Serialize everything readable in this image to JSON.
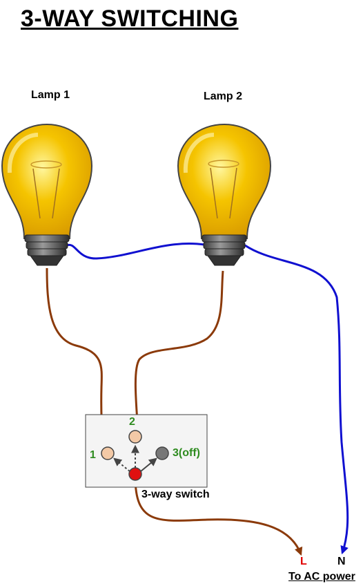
{
  "title": "3-WAY SWITCHING",
  "lamps": [
    {
      "label": "Lamp 1"
    },
    {
      "label": "Lamp 2"
    }
  ],
  "switch": {
    "label": "3-way switch",
    "positions": [
      "1",
      "2",
      "3(off)"
    ]
  },
  "power": {
    "live": "L",
    "neutral": "N",
    "label": "To AC power"
  },
  "colors": {
    "live_wire": "#8b3a0a",
    "neutral_wire": "#1010d0",
    "bulb_glass": "#f5c400",
    "terminal_on": "#f3c9a6",
    "terminal_off": "#777777",
    "common_terminal": "#e01010",
    "label_green": "#2e8b1f",
    "label_red": "#e00000"
  }
}
